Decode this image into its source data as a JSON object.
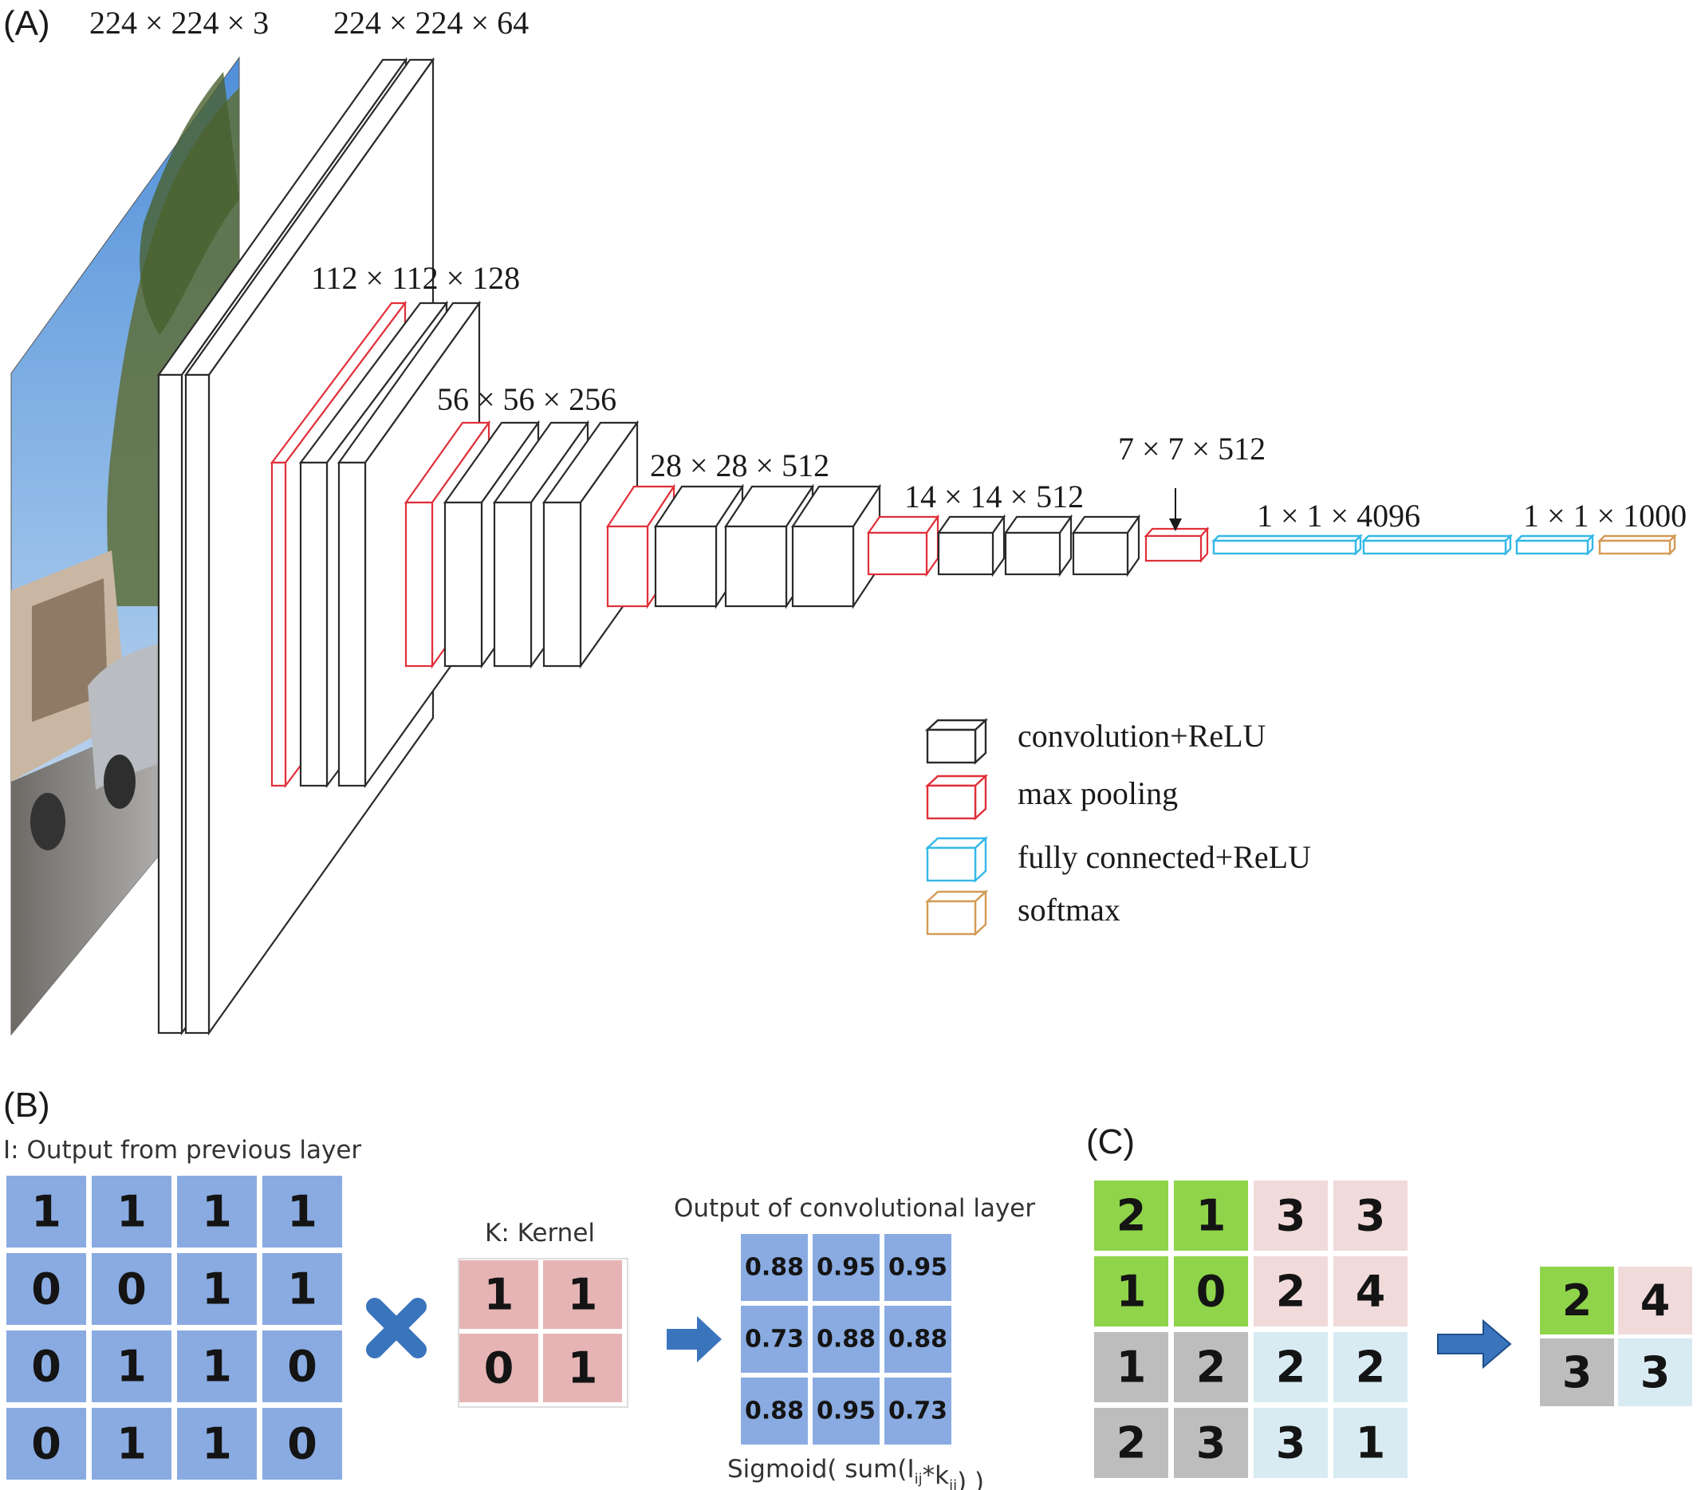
{
  "panel_a": {
    "label": "(A)",
    "dims": [
      "224 × 224 × 3",
      "224 × 224 × 64",
      "112 × 112 × 128",
      "56 × 56 × 256",
      "28 × 28 × 512",
      "14 × 14 × 512",
      "7 × 7 × 512",
      "1 × 1 × 4096",
      "1 × 1 × 1000"
    ],
    "legend": [
      {
        "label": "convolution+ReLU",
        "color": "#2b2b2b"
      },
      {
        "label": "max pooling",
        "color": "#e0303a"
      },
      {
        "label": "fully connected+ReLU",
        "color": "#35b8e8"
      },
      {
        "label": "softmax",
        "color": "#d49a55"
      }
    ]
  },
  "panel_b": {
    "label": "(B)",
    "input_title": "I: Output from previous layer",
    "input_matrix": [
      [
        1,
        1,
        1,
        1
      ],
      [
        0,
        0,
        1,
        1
      ],
      [
        0,
        1,
        1,
        0
      ],
      [
        0,
        1,
        1,
        0
      ]
    ],
    "kernel_title": "K: Kernel",
    "kernel_matrix": [
      [
        1,
        1
      ],
      [
        0,
        1
      ]
    ],
    "output_title": "Output of convolutional layer",
    "output_matrix": [
      [
        "0.88",
        "0.95",
        "0.95"
      ],
      [
        "0.73",
        "0.88",
        "0.88"
      ],
      [
        "0.88",
        "0.95",
        "0.73"
      ]
    ],
    "formula": "Sigmoid( sum(Iij*kij) )"
  },
  "panel_c": {
    "label": "(C)",
    "input_matrix": [
      [
        2,
        1,
        3,
        3
      ],
      [
        1,
        0,
        2,
        4
      ],
      [
        1,
        2,
        2,
        2
      ],
      [
        2,
        3,
        3,
        1
      ]
    ],
    "output_matrix": [
      [
        2,
        4
      ],
      [
        3,
        3
      ]
    ]
  },
  "colors": {
    "blue_cell": "#89abe1",
    "pink_cell": "#e6b4b4",
    "green_cell": "#8fd44a",
    "gray_cell": "#bdbdbd",
    "light_pink_cell": "#f1dada",
    "light_blue_cell": "#d8ebf3",
    "arrow_blue": "#3a74bd"
  }
}
